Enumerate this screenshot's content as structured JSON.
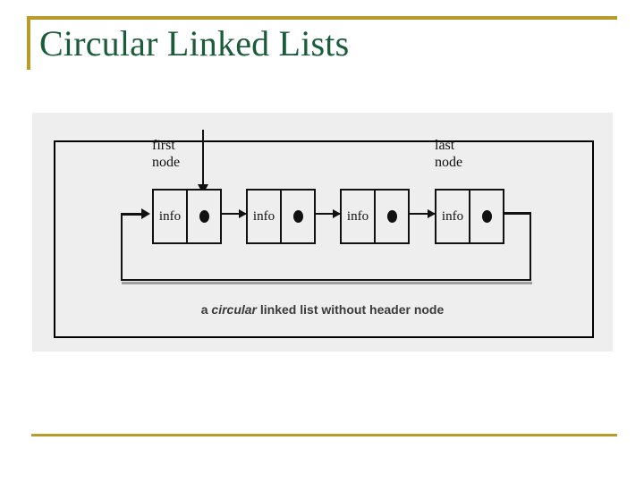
{
  "slide": {
    "title": "Circular Linked Lists",
    "accent_color": "#b89b28",
    "title_color": "#1a5c3a",
    "background_color": "#ffffff"
  },
  "figure": {
    "panel_background": "#eeeeee",
    "frame_border_color": "#000000",
    "labels": {
      "first_node": "first\nnode",
      "last_node": "last\nnode"
    },
    "nodes": [
      {
        "info": "info",
        "link": "pointer-dot"
      },
      {
        "info": "info",
        "link": "pointer-dot"
      },
      {
        "info": "info",
        "link": "pointer-dot"
      },
      {
        "info": "info",
        "link": "pointer-dot"
      }
    ],
    "caption": {
      "prefix": "a ",
      "emphasis": "circular",
      "suffix": " linked list without header node",
      "full_text": "a circular linked list without header node"
    }
  }
}
